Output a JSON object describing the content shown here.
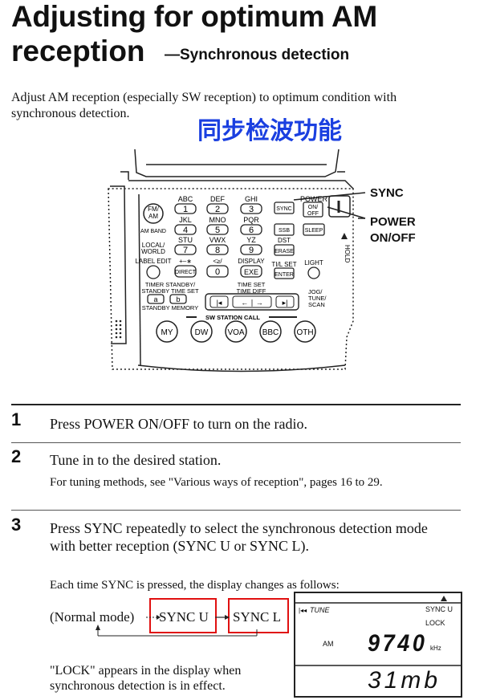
{
  "header": {
    "title_line1": "Adjusting for optimum AM",
    "title_line2": "reception",
    "subtitle": "—Synchronous detection"
  },
  "intro": "Adjust AM reception (especially SW reception) to optimum condition with synchronous detection.",
  "annotation_chinese": "同步检波功能",
  "figure": {
    "callouts": {
      "sync": "SYNC",
      "power": [
        "POWER",
        "ON/OFF"
      ]
    },
    "keys": {
      "fm_am": [
        "FM/",
        "AM"
      ],
      "abc": "ABC",
      "def": "DEF",
      "ghi": "GHI",
      "k1": "1",
      "k2": "2",
      "k3": "3",
      "am_band": "AM BAND",
      "jkl": "JKL",
      "mno": "MNO",
      "pqr": "PQR",
      "k4": "4",
      "k5": "5",
      "k6": "6",
      "ssb": "SSB",
      "sleep": "SLEEP",
      "local_world": [
        "LOCAL/",
        "WORLD"
      ],
      "stu": "STU",
      "vwx": "VWX",
      "yz": "YZ",
      "dst": "DST",
      "k7": "7",
      "k8": "8",
      "k9": "9",
      "erase": "ERASE",
      "label_edit": "LABEL EDIT",
      "plus": "+‒∗",
      "angle": "<≥/",
      "display": "DISPLAY",
      "til_set": "TI/L SET",
      "light": "LIGHT",
      "direct": "DIRECT",
      "k0": "0",
      "exe": "EXE",
      "enter": "ENTER",
      "timer_standby": [
        "TIMER STANDBY/",
        "STANDBY TIME SET"
      ],
      "a": "a",
      "b": "b",
      "standby_memory": "STANDBY MEMORY",
      "time_set": "TIME SET",
      "time_diff": "TIME DIFF",
      "jog": [
        "JOG/",
        "TUNE/",
        "SCAN"
      ],
      "sw_station_call": "SW STATION CALL",
      "my": "MY",
      "dw": "DW",
      "voa": "VOA",
      "bbc": "BBC",
      "oth": "OTH",
      "sync_key": "SYNC",
      "power_key": "POWER",
      "onoff": [
        "ON/",
        "OFF"
      ],
      "hold": "HOLD"
    }
  },
  "steps": [
    {
      "num": "1",
      "text": "Press POWER ON/OFF to turn on the radio."
    },
    {
      "num": "2",
      "text": "Tune in to the desired station.",
      "sub": "For tuning methods, see \"Various ways of reception\", pages 16 to 29."
    },
    {
      "num": "3",
      "text": "Press SYNC repeatedly to select the synchronous detection mode with better reception (SYNC U or SYNC L).",
      "sub": "Each time SYNC is pressed, the display changes as follows:"
    }
  ],
  "sequence": {
    "normal": "(Normal mode)",
    "sync_u": "SYNC U",
    "sync_l": "SYNC L"
  },
  "lcd": {
    "tune": "TUNE",
    "sync_u": "SYNC U",
    "lock": "LOCK",
    "band": "AM",
    "freq": "9740",
    "unit": "kHz",
    "meter_band": "31mb"
  },
  "note": "\"LOCK\" appears in the display when synchronous detection is in effect.",
  "colors": {
    "highlight_red": "#e01010",
    "annotation_blue": "#1a3fe0"
  }
}
